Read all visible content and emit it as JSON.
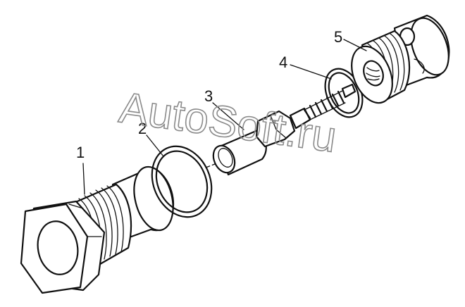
{
  "callouts": [
    {
      "id": "1",
      "label": "1"
    },
    {
      "id": "2",
      "label": "2"
    },
    {
      "id": "3",
      "label": "3"
    },
    {
      "id": "4",
      "label": "4"
    },
    {
      "id": "5",
      "label": "5"
    }
  ],
  "watermark": {
    "text": "AutoSoft.ru"
  },
  "colors": {
    "line": "#111111",
    "watermark": "#8a8a8a",
    "background": "#ffffff"
  }
}
